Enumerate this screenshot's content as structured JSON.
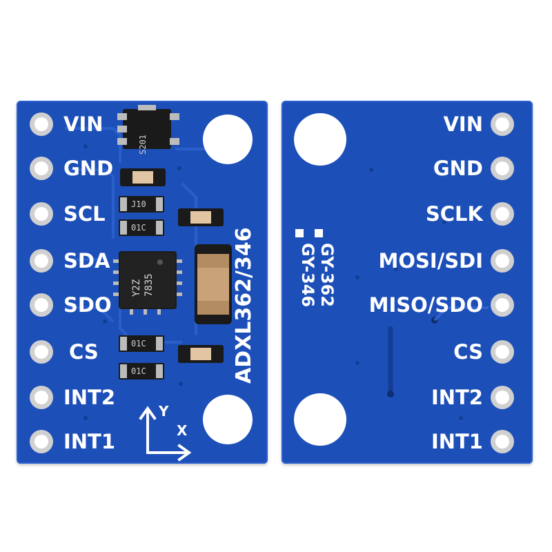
{
  "front": {
    "pins": [
      "VIN",
      "GND",
      "SCL",
      "SDA",
      "SDO",
      "CS",
      "INT2",
      "INT1"
    ],
    "title": "ADXL362/346",
    "axis_y": "Y",
    "axis_x": "X",
    "chip_text": [
      "Y2Z",
      "7835"
    ],
    "component_marks": [
      "S201",
      "J10",
      "01C",
      "01C",
      "01C"
    ]
  },
  "back": {
    "pins": [
      "VIN",
      "GND",
      "SCLK",
      "MOSI/SDI",
      "MISO/SDO",
      "CS",
      "INT2",
      "INT1"
    ],
    "model_a": "GY-362",
    "model_b": "GY-346"
  },
  "colors": {
    "pcb": "#1d4fb8",
    "silkscreen": "#ffffff",
    "pad": "#c8c8c8"
  }
}
